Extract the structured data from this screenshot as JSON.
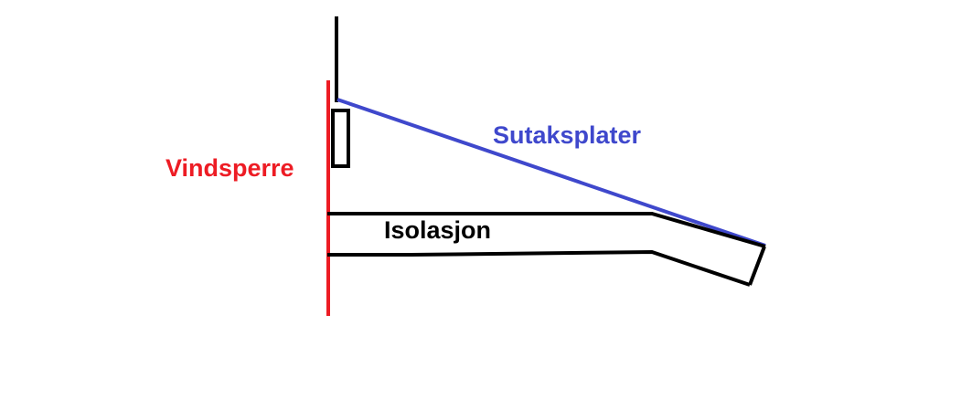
{
  "labels": {
    "vindsperre": "Vindsperre",
    "sutaksplater": "Sutaksplater",
    "isolasjon": "Isolasjon"
  },
  "colors": {
    "vindsperre": "#ed1c24",
    "sutaksplater": "#3f48cc",
    "structure": "#000000"
  }
}
